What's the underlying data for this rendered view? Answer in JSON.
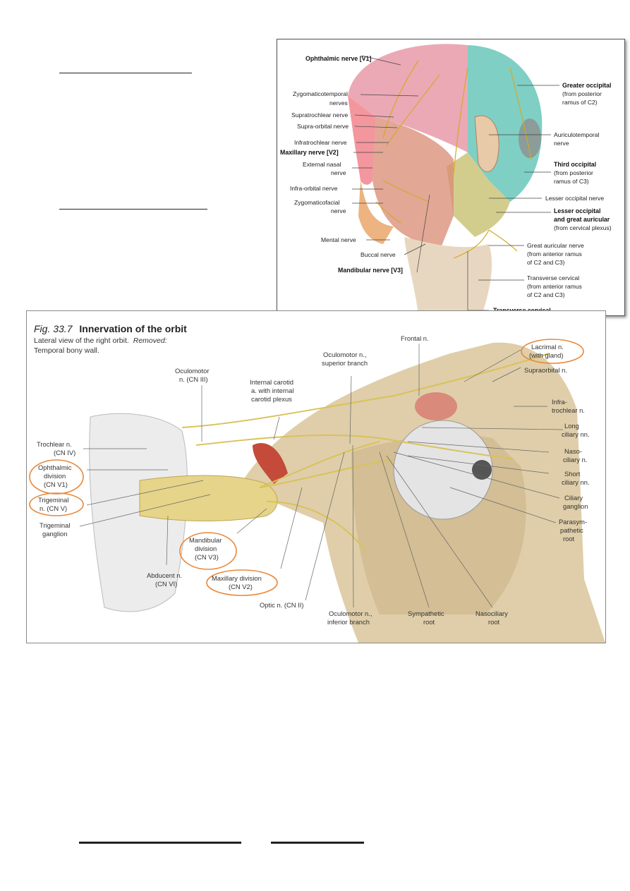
{
  "fig1": {
    "labels": {
      "ophthalmic": "Ophthalmic nerve [V1]",
      "zygtemp1": "Zygomaticotemporal",
      "zygtemp2": "nerves",
      "supratrochlear": "Supratrochlear nerve",
      "supraorbital": "Supra-orbital nerve",
      "infratrochlear": "Infratrochlear nerve",
      "maxillary": "Maxillary nerve [V2]",
      "extnasal1": "External nasal",
      "extnasal2": "nerve",
      "infraorbital": "Infra-orbital nerve",
      "zygfacial1": "Zygomaticofacial",
      "zygfacial2": "nerve",
      "mental": "Mental nerve",
      "buccal": "Buccal nerve",
      "mandibular": "Mandibular nerve [V3]",
      "greater_occ": "Greater occipital",
      "greater_occ_2": "(from posterior",
      "greater_occ_3": "ramus of C2)",
      "auriculo1": "Auriculotemporal",
      "auriculo2": "nerve",
      "third_occ": "Third occipital",
      "third_occ_2": "(from posterior",
      "third_occ_3": "ramus of C3)",
      "lesser_occ": "Lesser occipital nerve",
      "lesser_great_1": "Lesser occipital",
      "lesser_great_2": "and great auricular",
      "lesser_great_3": "(from cervical plexus)",
      "great_aur_1": "Great auricular nerve",
      "great_aur_2": "(from anterior ramus",
      "great_aur_3": "of C2 and C3)",
      "transverse_1": "Transverse cervical",
      "transverse_2": "(from anterior ramus",
      "transverse_3": "of C2 and C3)",
      "transverse_bold": "Transverse cervical"
    }
  },
  "fig2": {
    "title_num": "Fig. 33.7",
    "title_text": "Innervation of the orbit",
    "subtitle_1": "Lateral view of the right orbit.",
    "subtitle_removed": "Removed:",
    "subtitle_2": "Temporal bony wall.",
    "labels": {
      "oculomotor_1": "Oculomotor",
      "oculomotor_2": "n. (CN III)",
      "internal_carotid_1": "Internal carotid",
      "internal_carotid_2": "a. with internal",
      "internal_carotid_3": "carotid plexus",
      "oculo_sup_1": "Oculomotor n.,",
      "oculo_sup_2": "superior branch",
      "frontal": "Frontal n.",
      "lacrimal_1": "Lacrimal n.",
      "lacrimal_2": "(with gland)",
      "supraorbital": "Supraorbital n.",
      "infratroch_1": "Infra-",
      "infratroch_2": "trochlear n.",
      "long_ciliary_1": "Long",
      "long_ciliary_2": "ciliary nn.",
      "nasociliary_1": "Naso-",
      "nasociliary_2": "ciliary n.",
      "short_ciliary_1": "Short",
      "short_ciliary_2": "ciliary nn.",
      "ciliary_gang_1": "Ciliary",
      "ciliary_gang_2": "ganglion",
      "parasym_1": "Parasym-",
      "parasym_2": "pathetic",
      "parasym_3": "root",
      "trochlear_1": "Trochlear n.",
      "trochlear_2": "(CN IV)",
      "ophth_div_1": "Ophthalmic",
      "ophth_div_2": "division",
      "ophth_div_3": "(CN V1)",
      "trigeminal_1": "Trigeminal",
      "trigeminal_2": "n. (CN V)",
      "trig_gang_1": "Trigeminal",
      "trig_gang_2": "ganglion",
      "mand_div_1": "Mandibular",
      "mand_div_2": "division",
      "mand_div_3": "(CN V3)",
      "abducent_1": "Abducent n.",
      "abducent_2": "(CN VI)",
      "max_div_1": "Maxillary division",
      "max_div_2": "(CN V2)",
      "optic": "Optic n. (CN II)",
      "oculo_inf_1": "Oculomotor n.,",
      "oculo_inf_2": "inferior branch",
      "sympathetic_1": "Sympathetic",
      "sympathetic_2": "root",
      "nasociliary_root_1": "Nasociliary",
      "nasociliary_root_2": "root"
    },
    "colors": {
      "highlight": "#e8883a",
      "nerve": "#e2cf5a",
      "bone": "#d9c9a3"
    }
  }
}
